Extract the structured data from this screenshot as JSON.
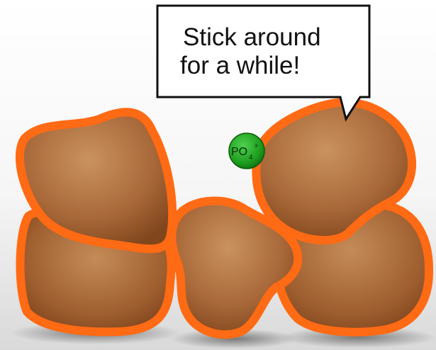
{
  "speech_bubble": {
    "line1": "Stick around",
    "line2": "for a while!"
  },
  "phosphate_ion": {
    "symbol": "PO",
    "subscript": "4",
    "charge": "3-",
    "color": "#1e9e1e"
  },
  "particles": {
    "fill_light": "#c78f5c",
    "fill_dark": "#8a4f22",
    "outline": "#ff6a14"
  },
  "background": {
    "top": "#ffffff",
    "bottom": "#dcdcdc"
  }
}
